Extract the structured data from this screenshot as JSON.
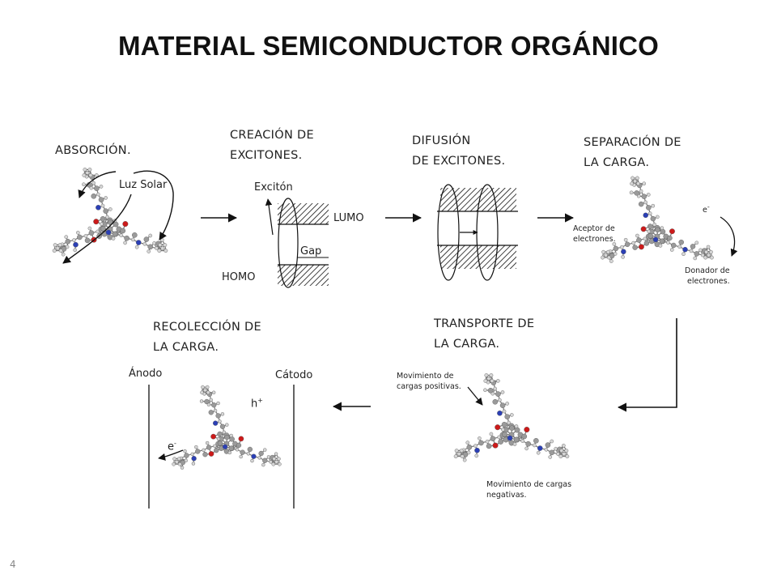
{
  "title": "MATERIAL SEMICONDUCTOR ORGÁNICO",
  "stages": {
    "absorption": {
      "line1": "ABSORCIÓN.",
      "line2": ""
    },
    "exciton_creation": {
      "line1": "CREACIÓN DE",
      "line2": "EXCITONES."
    },
    "exciton_diffusion": {
      "line1": "DIFUSIÓN",
      "line2": "DE EXCITONES."
    },
    "charge_separation": {
      "line1": "SEPARACIÓN DE",
      "line2": "LA CARGA."
    },
    "charge_transport": {
      "line1": "TRANSPORTE DE",
      "line2": "LA CARGA."
    },
    "charge_collection": {
      "line1": "RECOLECCIÓN DE",
      "line2": "LA CARGA."
    }
  },
  "labels": {
    "sunlight": "Luz Solar",
    "exciton": "Excitón",
    "lumo": "LUMO",
    "gap": "Gap",
    "homo": "HOMO",
    "electron": "e",
    "electron_sup": "-",
    "hole": "h",
    "hole_sup": "+",
    "acceptor": [
      "Aceptor de",
      "electrones."
    ],
    "donor": [
      "Donador de",
      "electrones."
    ],
    "positive_motion": [
      "Movimiento de",
      "cargas positivas."
    ],
    "negative_motion": [
      "Movimiento de cargas",
      "negativas."
    ],
    "anode": "Ánodo",
    "cathode": "Cátodo"
  },
  "page_number": "4",
  "colors": {
    "carbon": "#9a9a9a",
    "hydrogen": "#d6d6d6",
    "oxygen": "#cc1a1a",
    "nitrogen": "#2b3fb5",
    "line": "#111111"
  }
}
